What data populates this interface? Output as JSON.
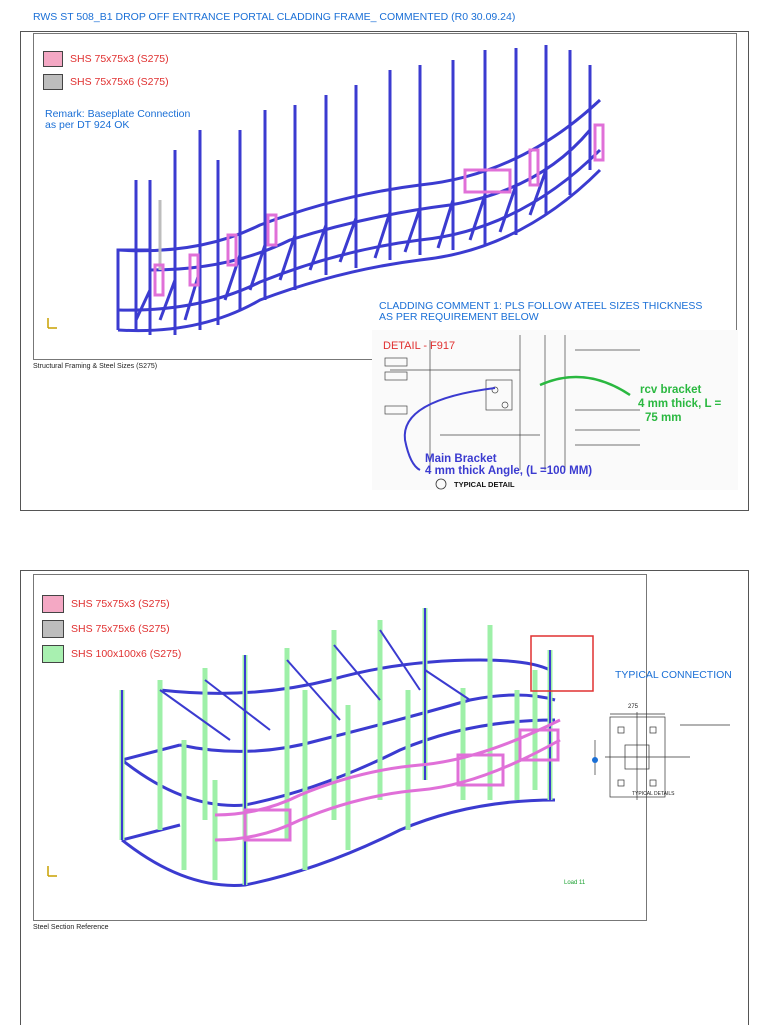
{
  "header": {
    "title": "RWS ST 508_B1 DROP OFF ENTRANCE PORTAL CLADDING FRAME_ COMMENTED (R0 30.09.24)"
  },
  "top": {
    "legend": [
      {
        "label": "SHS 75x75x3 (S275)",
        "color": "#f4a8c4"
      },
      {
        "label": "SHS 75x75x6 (S275)",
        "color": "#bdbdbd"
      }
    ],
    "remark_line1": "Remark: Baseplate Connection",
    "remark_line2": "as per DT 924 OK",
    "caption": "Structural Framing & Steel Sizes (S275)",
    "comment_line1": "CLADDING COMMENT 1: PLS FOLLOW ATEEL SIZES THICKNESS",
    "comment_line2": "AS PER REQUIREMENT BELOW",
    "detail_title": "DETAIL - F917",
    "rcv_line1": "rcv bracket",
    "rcv_line2": "4 mm thick, L =",
    "rcv_line3": "75 mm",
    "main_line1": "Main Bracket",
    "main_line2": "4 mm thick Angle, (L =100 MM)",
    "typical_detail": "TYPICAL DETAIL"
  },
  "bottom": {
    "legend": [
      {
        "label": "SHS 75x75x3 (S275)",
        "color": "#f4a8c4"
      },
      {
        "label": "SHS 75x75x6 (S275)",
        "color": "#bdbdbd"
      },
      {
        "label": "SHS 100x100x6 (S275)",
        "color": "#a8f0b0"
      }
    ],
    "typical_connection": "TYPICAL CONNECTION",
    "dim_275": "275",
    "conn_detail": "TYPICAL DETAILS",
    "load": "Load 11",
    "caption": "Steel Section Reference"
  },
  "colors": {
    "frame_blue": "#3b3bd0",
    "frame_pink": "#e070d8",
    "frame_green": "#9ef0a8",
    "accent": "#1a6fd6",
    "legend_text": "#e03030"
  }
}
